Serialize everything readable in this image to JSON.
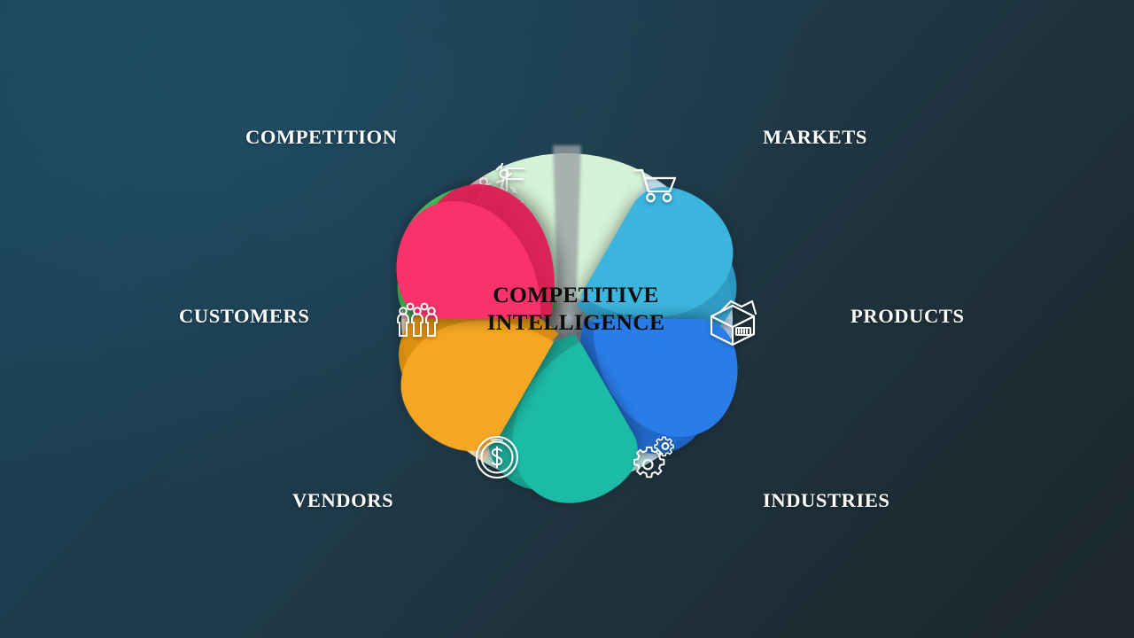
{
  "background": {
    "gradient_from": "#1a4358",
    "gradient_to": "#1d272d"
  },
  "center": {
    "line1": "COMPETITIVE",
    "line2": "INTELLIGENCE",
    "text_color": "#0b0b0b"
  },
  "petals": [
    {
      "id": "competition",
      "label": "COMPETITION",
      "color": "#4fc963",
      "color_dark": "#38ad4c",
      "tint": "#d4f2d6",
      "icon": "race-podium-icon",
      "angle": -90,
      "label_side": "top-left"
    },
    {
      "id": "markets",
      "label": "MARKETS",
      "color": "#3bb4de",
      "color_dark": "#2a9ac4",
      "tint": "#cbe8f5",
      "icon": "shopping-cart-icon",
      "angle": -30,
      "label_side": "top-right"
    },
    {
      "id": "products",
      "label": "PRODUCTS",
      "color": "#2b7de9",
      "color_dark": "#1f66c8",
      "tint": "#c3d9f7",
      "icon": "package-box-icon",
      "angle": 30,
      "label_side": "right"
    },
    {
      "id": "industries",
      "label": "INDUSTRIES",
      "color": "#1fbba6",
      "color_dark": "#15a18e",
      "tint": "#bdeae2",
      "icon": "gears-icon",
      "angle": 90,
      "label_side": "bottom-right"
    },
    {
      "id": "vendors",
      "label": "VENDORS",
      "color": "#f5a623",
      "color_dark": "#dc8f12",
      "tint": "#fde3bb",
      "icon": "dollar-coin-icon",
      "angle": 150,
      "label_side": "bottom-left"
    },
    {
      "id": "customers",
      "label": "CUSTOMERS",
      "color": "#f8316a",
      "color_dark": "#dc1b53",
      "tint": "#fbc4d4",
      "icon": "people-group-icon",
      "angle": -150,
      "label_side": "left"
    }
  ],
  "star_overlay": {
    "color": "#9aa0a4",
    "description": "gray six-point star spokes radiating from center"
  },
  "labels_color": "#ffffff"
}
